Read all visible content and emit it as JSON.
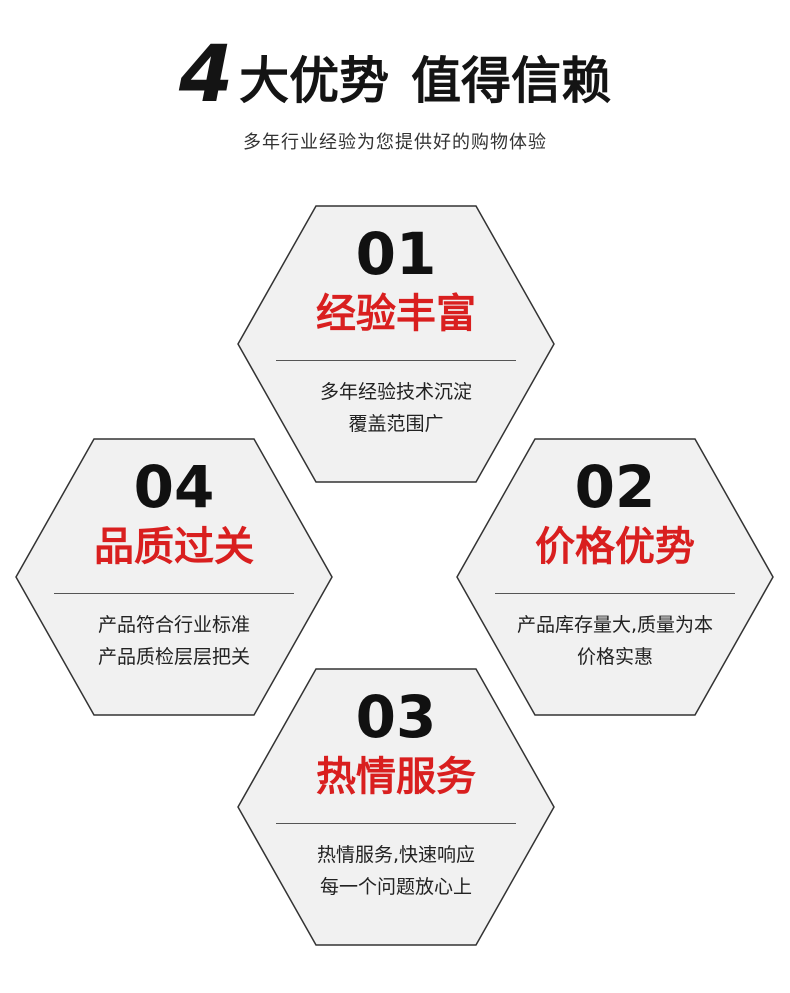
{
  "header": {
    "title_number": "4",
    "title_part1": "大优势",
    "title_part2": "值得信赖",
    "subtitle": "多年行业经验为您提供好的购物体验"
  },
  "colors": {
    "accent_red": "#d91f1f",
    "hex_fill": "#f1f1f1",
    "hex_stroke": "#333333"
  },
  "advantages": [
    {
      "number": "01",
      "title": "经验丰富",
      "line1": "多年经验技术沉淀",
      "line2": "覆盖范围广"
    },
    {
      "number": "02",
      "title": "价格优势",
      "line1": "产品库存量大,质量为本",
      "line2": "价格实惠"
    },
    {
      "number": "03",
      "title": "热情服务",
      "line1": "热情服务,快速响应",
      "line2": "每一个问题放心上"
    },
    {
      "number": "04",
      "title": "品质过关",
      "line1": "产品符合行业标准",
      "line2": "产品质检层层把关"
    }
  ]
}
